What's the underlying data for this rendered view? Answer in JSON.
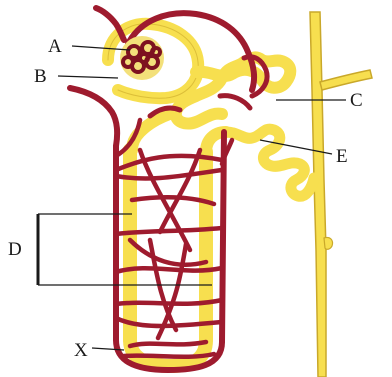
{
  "labels": {
    "a": "A",
    "b": "B",
    "c": "C",
    "d": "D",
    "e": "E",
    "x": "X"
  },
  "colors": {
    "tubule_fill": "#f7df4f",
    "tubule_outline": "#c9a82a",
    "vessel": "#9e1b2e",
    "vessel_dark": "#7d1220",
    "leader_line": "#1a1a1a",
    "background": "#ffffff"
  }
}
